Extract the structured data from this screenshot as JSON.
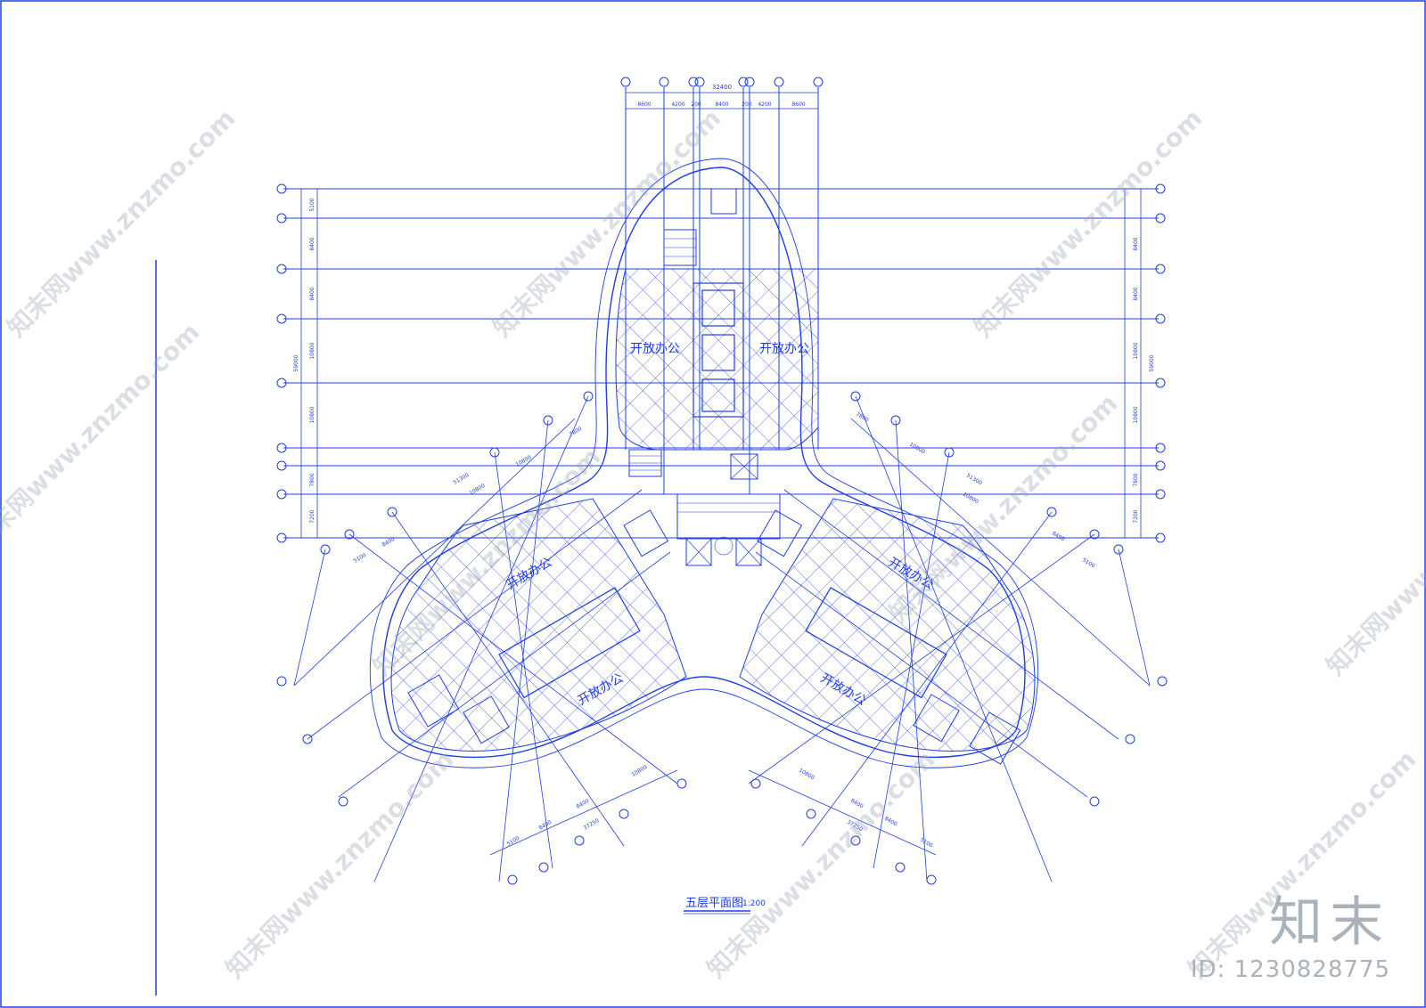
{
  "drawing": {
    "title": "五层平面图",
    "scale": "1:200",
    "overall_dim_top": "32400",
    "top_dims": [
      "8600",
      "4200",
      "200",
      "8400",
      "200",
      "4200",
      "8600"
    ],
    "left_dims": [
      "5100",
      "8400",
      "8400",
      "10800",
      "10800",
      "7800",
      "7200"
    ],
    "left_total": "59000",
    "room_label": "开放办公",
    "room_label_2": "开放办公",
    "room_label_3": "开放办公",
    "room_label_4": "开放办公",
    "room_label_5": "开放办公",
    "room_label_6": "开放办公",
    "wing_dims_left": [
      "5100",
      "8400",
      "10800",
      "10800",
      "51300",
      "7800"
    ],
    "wing_dims_right": [
      "7800",
      "10800",
      "51300",
      "10800",
      "8400",
      "5100"
    ],
    "wing_bottom_left": [
      "5100",
      "8400",
      "8400",
      "10800",
      "37250"
    ],
    "wing_bottom_right": [
      "10800",
      "8400",
      "8400",
      "5100",
      "37250"
    ]
  },
  "watermark": {
    "text": "知末网www.znzmo.com"
  },
  "brand": {
    "logo": "知末",
    "id": "ID: 1230828775"
  },
  "colors": {
    "line": "#1f3de6",
    "watermark": "#9aa6b4"
  }
}
